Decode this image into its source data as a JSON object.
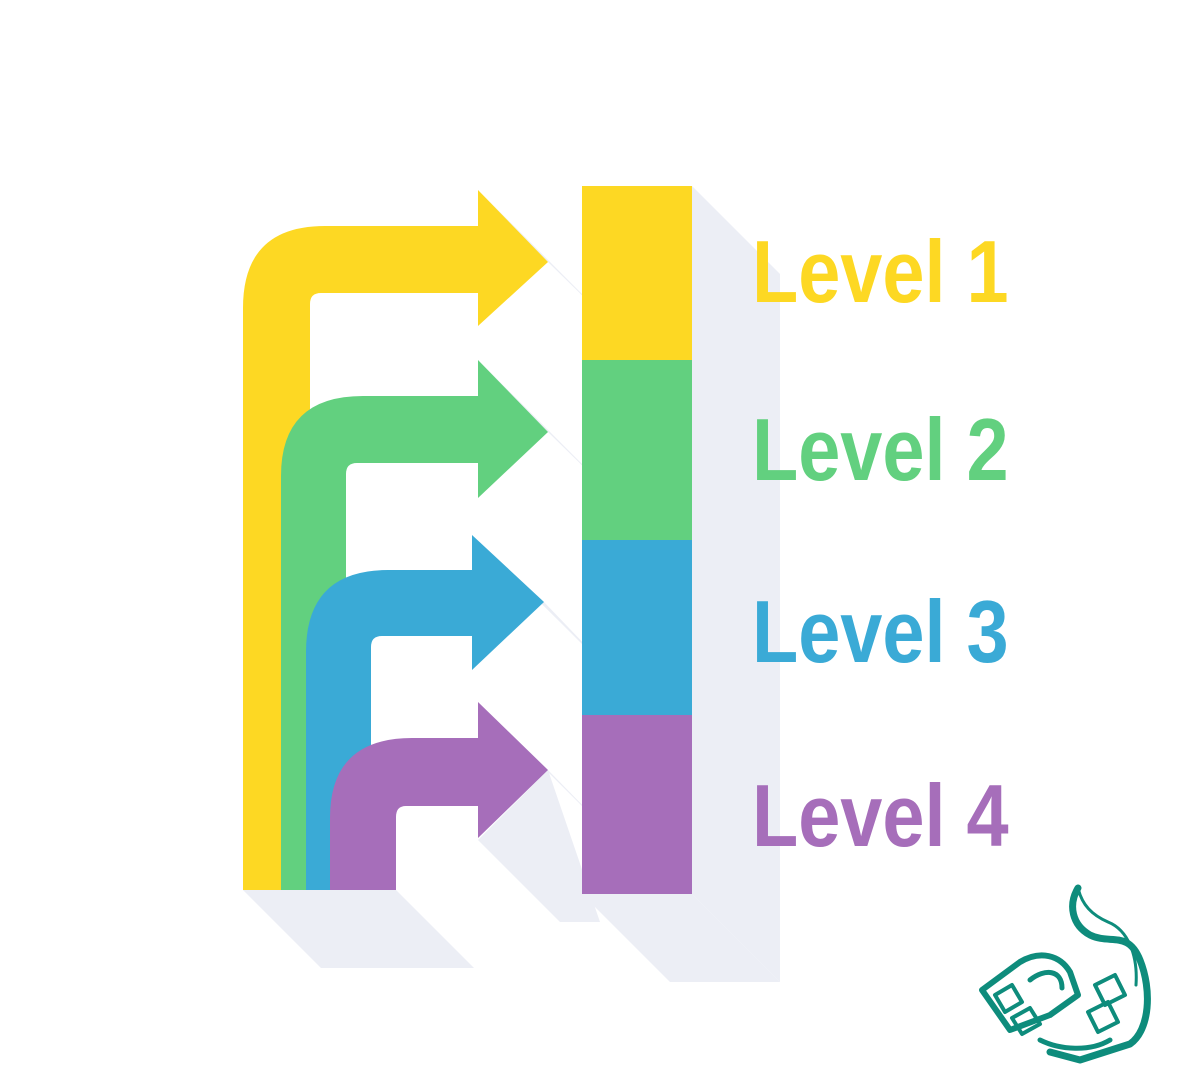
{
  "levels": [
    {
      "label": "Level 1",
      "color": "#FDD823"
    },
    {
      "label": "Level 2",
      "color": "#62D07F"
    },
    {
      "label": "Level 3",
      "color": "#3AAAD6"
    },
    {
      "label": "Level 4",
      "color": "#A66EBA"
    }
  ],
  "shadow_color": "#eceef5",
  "logo": {
    "type": "calligraphy-monogram",
    "color": "#0E8C7C"
  }
}
